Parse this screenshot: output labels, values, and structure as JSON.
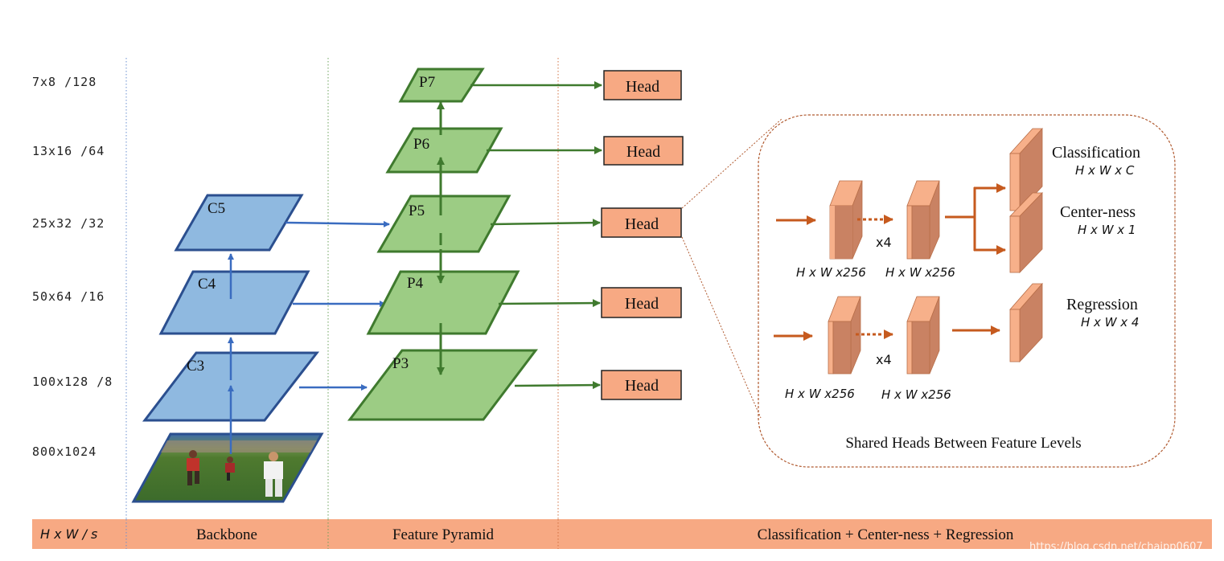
{
  "sizes": {
    "r1": "7x8  /128",
    "r2": "13x16  /64",
    "r3": "25x32  /32",
    "r4": "50x64 /16",
    "r5": "100x128  /8",
    "r6": "800x1024"
  },
  "backbone": {
    "c3": "C3",
    "c4": "C4",
    "c5": "C5"
  },
  "pyramid": {
    "p3": "P3",
    "p4": "P4",
    "p5": "P5",
    "p6": "P6",
    "p7": "P7"
  },
  "heads": {
    "label": "Head"
  },
  "shared": {
    "x4": "x4",
    "hw256": "H x W x256",
    "classification": "Classification",
    "classification_dim": "H x W x C",
    "centerness": "Center-ness",
    "centerness_dim": "H x W x 1",
    "regression": "Regression",
    "regression_dim": "H x W x 4",
    "caption": "Shared Heads Between Feature Levels"
  },
  "bottom_bar": {
    "hws": "H x W  / s",
    "backbone": "Backbone",
    "pyramid": "Feature Pyramid",
    "cls": "Classification + Center-ness + Regression"
  },
  "watermark": "https://blog.csdn.net/chaipp0607",
  "colors": {
    "blue_fill": "#8fb9e0",
    "blue_stroke": "#2b4f8f",
    "green_fill": "#9ccc84",
    "green_stroke": "#3f7a2e",
    "orange_fill": "#f7a983",
    "orange_stroke": "#c05a1c",
    "bar": "#f7a983"
  }
}
